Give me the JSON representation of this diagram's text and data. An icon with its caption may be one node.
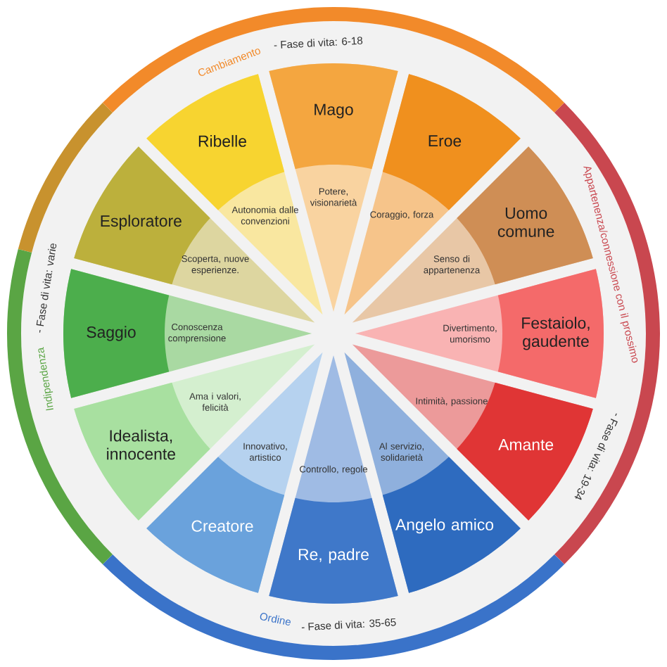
{
  "diagram": {
    "nodes": [
      {
        "text": [
          "Cambiamento",
          "- Fase di vita: 6-18"
        ]
      },
      {
        "text": [
          "Appartenenza/connessione con il prossimo",
          "- Fase di vita: 19-34"
        ]
      },
      {
        "text": [
          "Ordine",
          "- Fase di vita: 35-65"
        ]
      },
      {
        "text": [
          "Indipendenza",
          "- Fase di vita: varie"
        ]
      },
      {
        "text": [
          "Mago",
          "Potere, visionarietà"
        ]
      },
      {
        "text": [
          "Eroe",
          "Coraggio, forza"
        ]
      },
      {
        "text": [
          "Uomo comune",
          "Senso di appartenenza"
        ]
      },
      {
        "text": [
          "Divertimento, umorismo",
          "Festaiolo, gaudente"
        ]
      },
      {
        "text": [
          "Intimità, passione",
          "Amante"
        ]
      },
      {
        "text": [
          "Al servizio, solidarietà",
          "Angelo amico"
        ]
      },
      {
        "text": [
          "Controllo, regole",
          "Re, padre"
        ]
      },
      {
        "text": [
          "Innovativo, artistico",
          "Creatore"
        ]
      },
      {
        "text": [
          "Idealista, innocente",
          "Ama i valori, felicità"
        ]
      },
      {
        "text": [
          "Saggio",
          "Conoscenza comprensione"
        ]
      },
      {
        "text": [
          "Esploratore",
          "Scoperta, nuove esperienze."
        ]
      },
      {
        "text": [
          "Ribelle",
          "Autonomia dalle convenzioni"
        ]
      }
    ]
  }
}
